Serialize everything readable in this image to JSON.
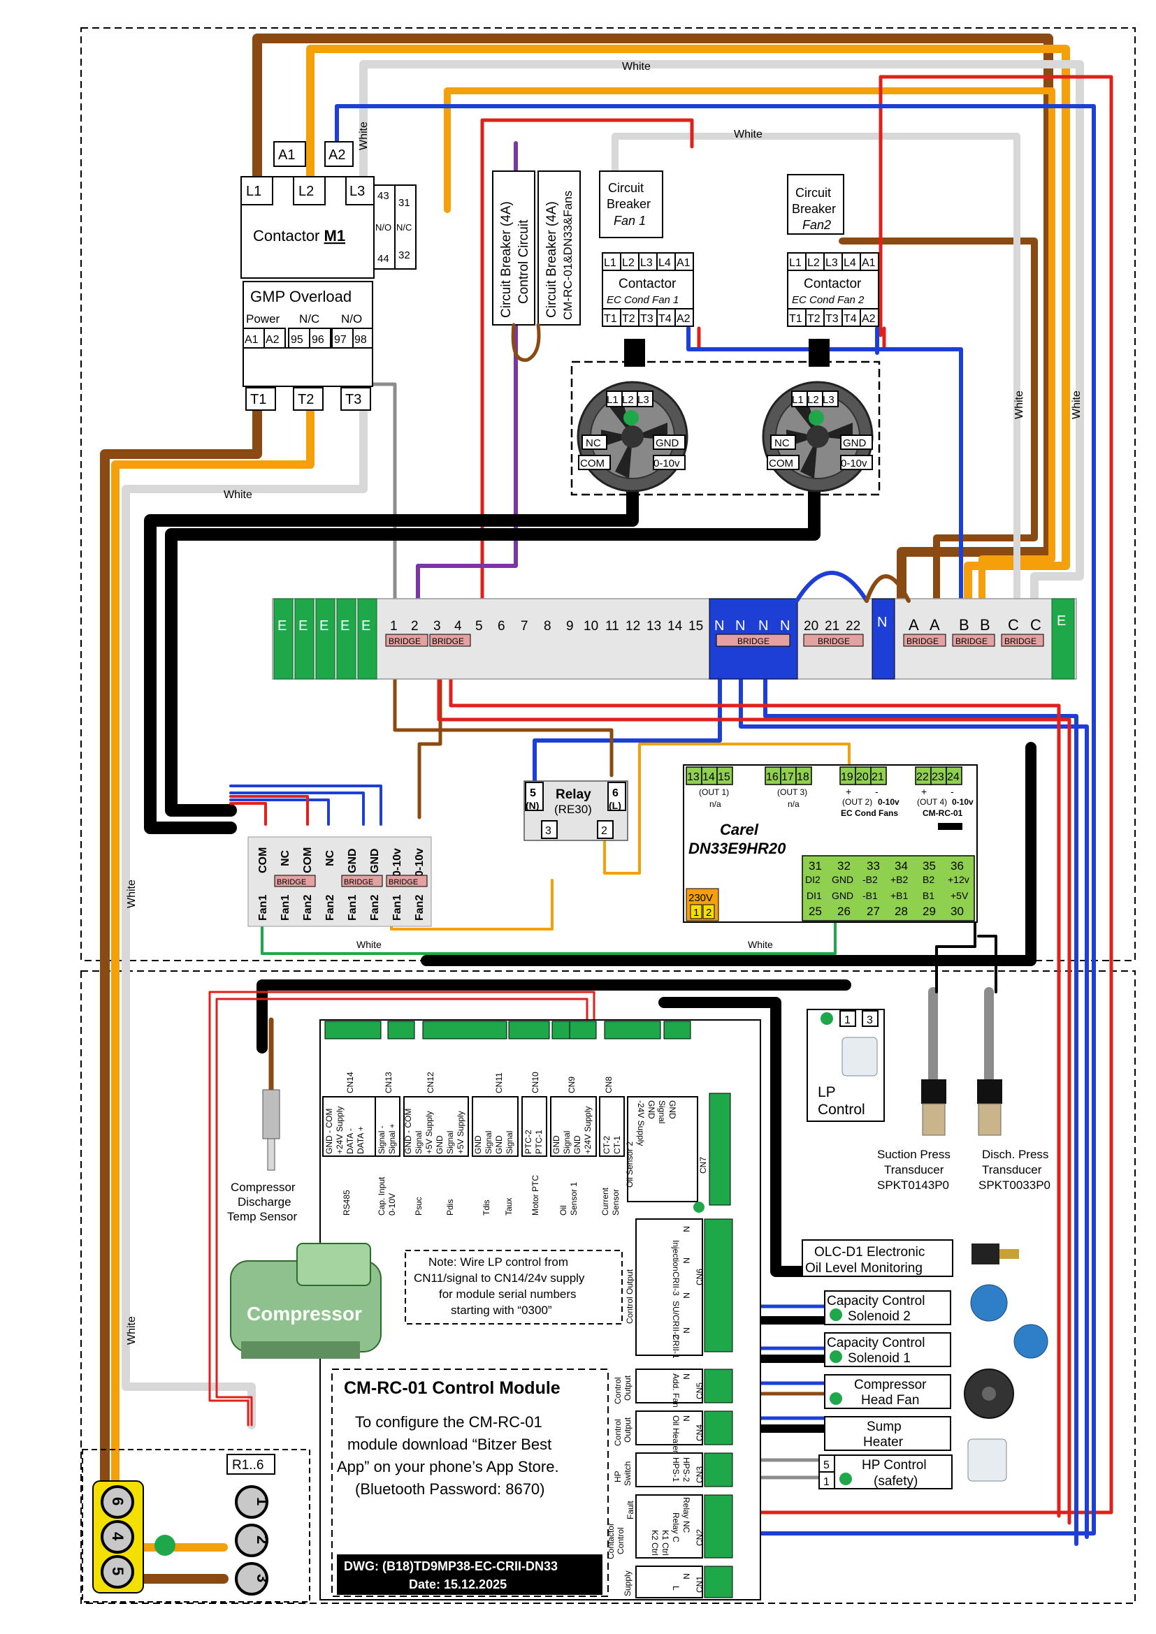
{
  "colors": {
    "brown": "#8b4a12",
    "orange": "#f5a00a",
    "grey": "#d8d8d8",
    "blue": "#1d3fd6",
    "red": "#e0201b",
    "black": "#000000",
    "green": "#1fa84a",
    "purple": "#7b35a8",
    "dgrey": "#8c8c8c",
    "yellow": "#f4e000",
    "termgreen": "#8fd14f"
  },
  "wire_labels": {
    "white": "White"
  },
  "contactor_m1": {
    "title_pre": "Contactor ",
    "title_bold": "M1",
    "top": [
      "L1",
      "L2",
      "L3"
    ],
    "coil": [
      "A1",
      "A2"
    ],
    "aux": [
      "43",
      "44",
      "31",
      "32"
    ],
    "aux_nc": "N/O",
    "aux_nc2": "N/C"
  },
  "overload": {
    "title": "GMP Overload",
    "power": "Power",
    "nc": "N/C",
    "no": "N/O",
    "terms": [
      "A1",
      "A2",
      "95",
      "96",
      "97",
      "98"
    ],
    "out": [
      "T1",
      "T2",
      "T3"
    ]
  },
  "breakers": {
    "control": [
      "Circuit Breaker (4A)",
      "Control Circuit"
    ],
    "module": [
      "Circuit Breaker (4A)",
      "CM-RC-01&DN33&Fans"
    ]
  },
  "fan1": {
    "cb": [
      "Circuit",
      "Breaker"
    ],
    "cb_fan": "Fan 1",
    "title": "Contactor",
    "sub": "EC Cond Fan 1",
    "top": [
      "L1",
      "L2",
      "L3",
      "L4",
      "A1"
    ],
    "bot": [
      "T1",
      "T2",
      "T3",
      "T4",
      "A2"
    ]
  },
  "fan2": {
    "cb": [
      "Circuit",
      "Breaker"
    ],
    "cb_fan": "Fan2",
    "title": "Contactor",
    "sub": "EC Cond Fan 2",
    "top": [
      "L1",
      "L2",
      "L3",
      "L4",
      "A1"
    ],
    "bot": [
      "T1",
      "T2",
      "T3",
      "T4",
      "A2"
    ]
  },
  "fan_terms": {
    "l": [
      "L1",
      "L2",
      "L3"
    ],
    "nc": "NC",
    "com": "COM",
    "gnd": "GND",
    "v": "0-10v"
  },
  "terminal_strip": {
    "e_left": [
      "E",
      "E",
      "E",
      "E",
      "E"
    ],
    "nums": [
      "1",
      "2",
      "3",
      "4",
      "5",
      "6",
      "7",
      "8",
      "9",
      "10",
      "11",
      "12",
      "13",
      "14",
      "15"
    ],
    "n": [
      "N",
      "N",
      "N",
      "N"
    ],
    "nums2": [
      "20",
      "21",
      "22"
    ],
    "n2": "N",
    "abc": [
      "A",
      "A",
      "B",
      "B",
      "C",
      "C"
    ],
    "e_right": "E",
    "bridge": "BRIDGE"
  },
  "relay": {
    "title": "Relay",
    "sub": "(RE30)",
    "t5": "5",
    "t5n": "(N)",
    "t6": "6",
    "t6l": "(L)",
    "t3": "3",
    "t2": "2"
  },
  "fan_strip": {
    "top": [
      "COM",
      "NC",
      "COM",
      "NC",
      "GND",
      "GND",
      "0-10v",
      "0-10v"
    ],
    "bot": [
      "Fan1",
      "Fan1",
      "Fan2",
      "Fan2",
      "Fan1",
      "Fan2",
      "Fan1",
      "Fan2"
    ],
    "bridge": "BRIDGE"
  },
  "carel": {
    "name": "Carel",
    "model": "DN33E9HR20",
    "top1": [
      "13",
      "14",
      "15"
    ],
    "top2": [
      "16",
      "17",
      "18"
    ],
    "top3": [
      "19",
      "20",
      "21"
    ],
    "top4": [
      "22",
      "23",
      "24"
    ],
    "out1": "(OUT 1)",
    "na": "n/a",
    "out3": "(OUT 3)",
    "na3": "n/a",
    "out2": "(OUT 2)",
    "out2v": "0-10v",
    "out2l": "EC Cond Fans",
    "out4": "(OUT 4)",
    "out4v": "0-10v",
    "out4l": "CM-RC-01",
    "plus": "+",
    "minus": "-",
    "lower_top": [
      "31",
      "32",
      "33",
      "34",
      "35",
      "36"
    ],
    "lower_top2": [
      "DI2",
      "GND",
      "-B2",
      "+B2",
      "B2",
      "+12v"
    ],
    "lower_bot": [
      "DI1",
      "GND",
      "-B1",
      "+B1",
      "B1",
      "+5V"
    ],
    "lower_bot2": [
      "25",
      "26",
      "27",
      "28",
      "29",
      "30"
    ],
    "v230": "230V",
    "v230t": [
      "1",
      "2"
    ]
  },
  "module": {
    "cn_top": [
      "CN14",
      "CN13",
      "CN12",
      "CN11",
      "CN10",
      "CN9",
      "CN8"
    ],
    "cn7": "CN7",
    "cn_right": [
      "CN6",
      "CN5",
      "CN4",
      "CN3",
      "CN2",
      "CN1"
    ],
    "sig14": [
      "GND - COM",
      "+24V Supply",
      "DATA -",
      "DATA +"
    ],
    "lab14": "RS485",
    "sig13": [
      "Signal -",
      "Signal +"
    ],
    "lab13": [
      "Cap. Input",
      "0-10V"
    ],
    "sig12": [
      "GND - COM",
      "Signal",
      "+5V Supply",
      "GND",
      "Signal",
      "+5V Supply"
    ],
    "lab12": [
      "Psuc",
      "Pdis"
    ],
    "sig11": [
      "GND",
      "Signal",
      "GND",
      "Signal"
    ],
    "lab11": [
      "Tdis",
      "Taux"
    ],
    "sig10": [
      "PTC-2",
      "PTC-1"
    ],
    "lab10": "Motor PTC",
    "sig9": [
      "GND",
      "Signal",
      "GND",
      "+24V Supply"
    ],
    "lab9": [
      "Oil",
      "Sensor 1"
    ],
    "sig8": [
      "CT-2",
      "CT-1"
    ],
    "lab8": [
      "Current",
      "Sensor"
    ],
    "sig7": [
      "GND",
      "Signal",
      "GND",
      "-24V Supply"
    ],
    "lab7": "Oil Sensor 2",
    "cn6": [
      "N",
      "Injection",
      "N",
      "CRII-3",
      "N",
      "SU/CRII-2",
      "N",
      "CRII-1"
    ],
    "cn6lab": "Control Output",
    "cn5": [
      "N",
      "Add. Fan"
    ],
    "cn5lab": [
      "Control",
      "Output"
    ],
    "cn4": [
      "N",
      "Oil Heater"
    ],
    "cn4lab": [
      "Control",
      "Output"
    ],
    "cn3": [
      "HPS-2",
      "HPS-1"
    ],
    "cn3lab": [
      "HP",
      "Switch"
    ],
    "cn2": [
      "Relay NC",
      "Relay C",
      "K1 Ctrl",
      "K2 Ctrl"
    ],
    "cn2lab": [
      "Contactor",
      "Control",
      "Fault"
    ],
    "cn1": [
      "N",
      "L"
    ],
    "cn1lab": "Supply",
    "title": "CM-RC-01 Control Module",
    "cfg": [
      "To configure the CM-RC-01",
      "module download “Bitzer Best",
      "App” on your phone’s App Store.",
      "(Bluetooth Password: 8670)"
    ],
    "dwg": "DWG: (B18)TD9MP38-EC-CRII-DN33",
    "date": "Date: 15.12.2025"
  },
  "note": [
    "Note: Wire LP control from",
    "CN11/signal to CN14/24v supply",
    "for module serial numbers",
    "starting with “0300”"
  ],
  "compressor": "Compressor",
  "temp_sensor": [
    "Compressor",
    "Discharge",
    "Temp Sensor"
  ],
  "lp": {
    "t": [
      "1",
      "3"
    ],
    "label": [
      "LP",
      "Control"
    ]
  },
  "suction": [
    "Suction Press",
    "Transducer",
    "SPKT0143P0"
  ],
  "disch": [
    "Disch. Press",
    "Transducer",
    "SPKT0033P0"
  ],
  "devices": {
    "olc": [
      "OLC-D1 Electronic",
      "Oil Level Monitoring"
    ],
    "cap2": [
      "Capacity Control",
      "Solenoid 2"
    ],
    "cap1": [
      "Capacity Control",
      "Solenoid 1"
    ],
    "head": [
      "Compressor",
      "Head Fan"
    ],
    "sump": [
      "Sump",
      "Heater"
    ],
    "hp": [
      "HP Control",
      "(safety)"
    ],
    "hp_t": [
      "5",
      "1"
    ]
  },
  "motor": {
    "r": "R1..6",
    "left": [
      "6",
      "4",
      "5"
    ],
    "right": [
      "1",
      "2",
      "3"
    ]
  }
}
